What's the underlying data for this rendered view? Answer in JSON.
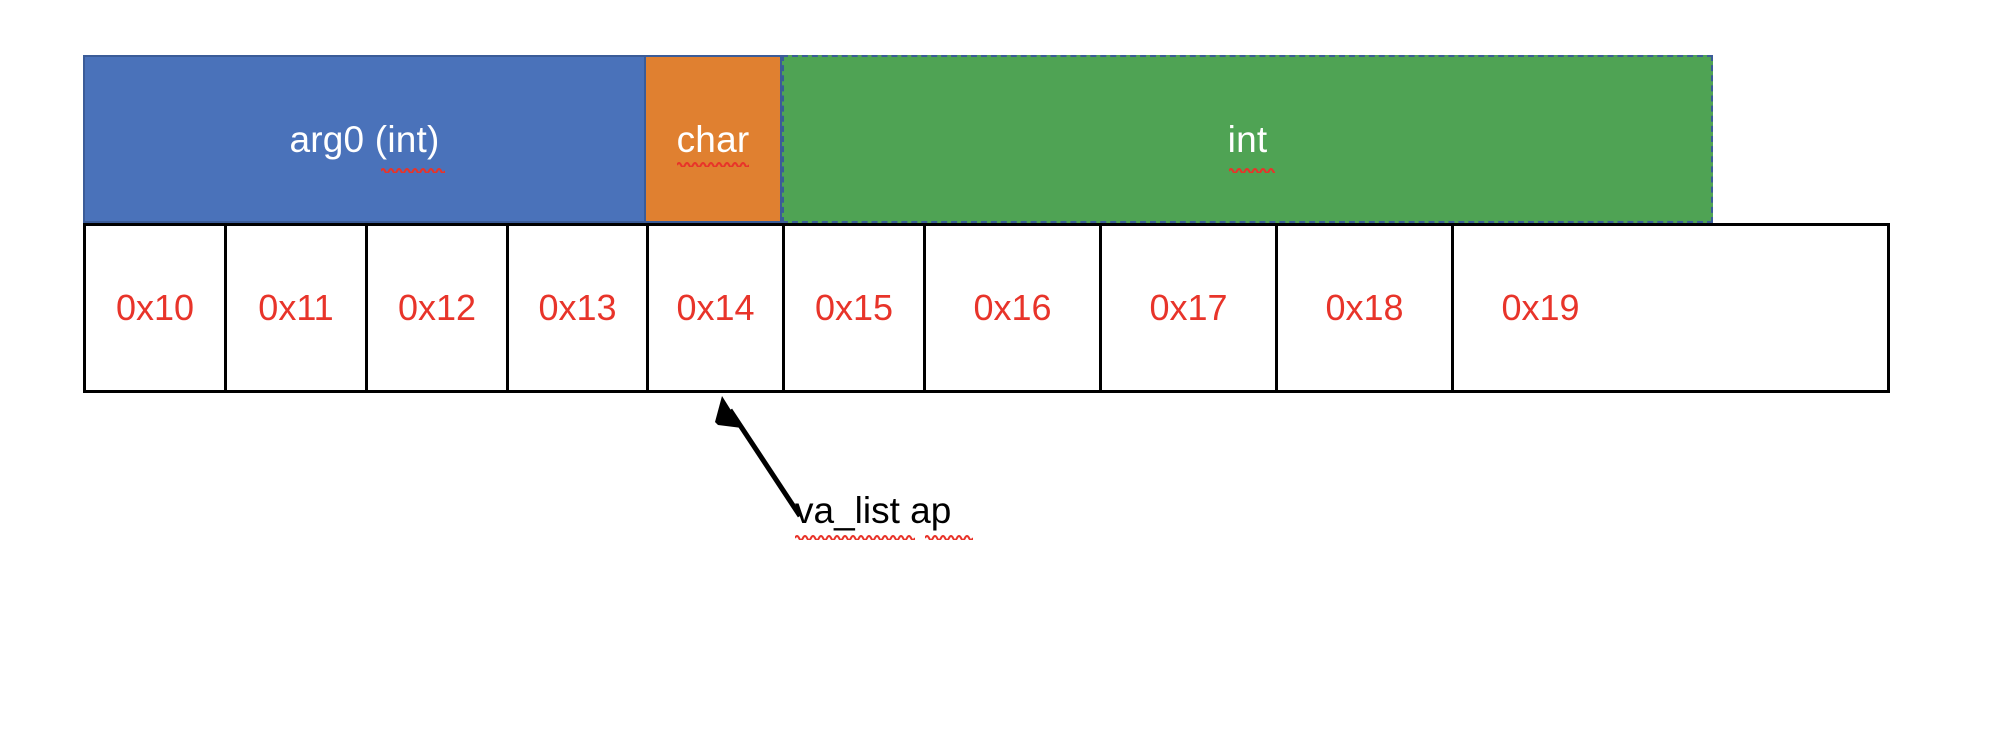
{
  "diagram": {
    "title": "va_list stack layout diagram",
    "colors": {
      "blue_block": "#4a72ba",
      "orange_block": "#e08030",
      "green_block": "#4fa354",
      "block_border": "#3b5c98",
      "address_text": "#e8342a",
      "cell_border": "#000000",
      "block_label_text": "#ffffff",
      "spellcheck_underline": "#e8342a",
      "arrow": "#000000",
      "background": "#ffffff"
    },
    "type_blocks": [
      {
        "label": "arg0 (int)",
        "type": "int",
        "argument": "arg0",
        "covers": [
          "0x10",
          "0x11",
          "0x12",
          "0x13"
        ],
        "color": "#4a72ba",
        "border_style": "solid",
        "misspelled_part": "int"
      },
      {
        "label": "char",
        "type": "char",
        "covers": [
          "0x14"
        ],
        "color": "#e08030",
        "border_style": "solid",
        "misspelled_part": "char"
      },
      {
        "label": "int",
        "type": "int",
        "covers": [
          "0x15",
          "0x16",
          "0x17",
          "0x18"
        ],
        "color": "#4fa354",
        "border_style": "dashed",
        "misspelled_part": "int"
      }
    ],
    "address_cells": [
      {
        "label": "0x10"
      },
      {
        "label": "0x11"
      },
      {
        "label": "0x12"
      },
      {
        "label": "0x13"
      },
      {
        "label": "0x14"
      },
      {
        "label": "0x15"
      },
      {
        "label": "0x16"
      },
      {
        "label": "0x17"
      },
      {
        "label": "0x18"
      },
      {
        "label": "0x19"
      }
    ],
    "annotation": {
      "label": "va_list ap",
      "label_words": [
        "va_list",
        "ap"
      ],
      "points_to": "0x14",
      "arrow_head": "up-left"
    }
  }
}
